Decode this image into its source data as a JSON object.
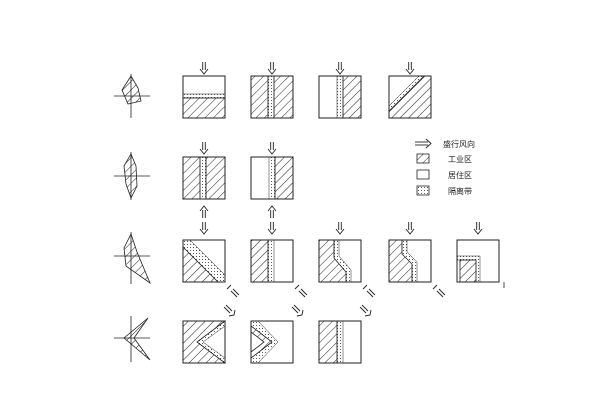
{
  "legend": {
    "items": [
      {
        "key": "wind",
        "label": "盛行风向"
      },
      {
        "key": "industrial",
        "label": "工业区"
      },
      {
        "key": "residential",
        "label": "居住区"
      },
      {
        "key": "buffer",
        "label": "隔离带"
      }
    ]
  },
  "icons": {
    "wind": "double-arrow-icon",
    "wind_rose": "wind-rose-icon"
  },
  "colors": {
    "ink": "#222222",
    "paper": "#ffffff"
  },
  "rows": [
    {
      "wind_rose": "row-1",
      "panels": [
        {
          "layout": "industrial-bottom-strip",
          "wind_from": "top"
        },
        {
          "layout": "industrial-vertical-left-right",
          "wind_from": "top"
        },
        {
          "layout": "residential-left-industrial-right",
          "wind_from": "top"
        },
        {
          "layout": "diagonal-industrial-lower-right",
          "wind_from": "top"
        }
      ]
    },
    {
      "wind_rose": "row-2",
      "panels": [
        {
          "layout": "industrial-left-industrial-right",
          "wind_from": "top-and-bottom"
        },
        {
          "layout": "residential-left-industrial-right",
          "wind_from": "top-and-bottom"
        }
      ]
    },
    {
      "wind_rose": "row-3",
      "panels": [
        {
          "layout": "diagonal-industrial-lower-left",
          "wind_from": "top-and-corner"
        },
        {
          "layout": "industrial-left-residential-right",
          "wind_from": "top-and-corner"
        },
        {
          "layout": "bent-industrial-left",
          "wind_from": "top-and-corner"
        },
        {
          "layout": "stepped-industrial-left",
          "wind_from": "top-and-corner"
        },
        {
          "layout": "industrial-lower-left-block",
          "wind_from": "top-and-corner"
        }
      ]
    },
    {
      "wind_rose": "row-4",
      "panels": [
        {
          "layout": "chevron-industrial",
          "wind_from": "corner"
        },
        {
          "layout": "chevron-band",
          "wind_from": "corner"
        },
        {
          "layout": "industrial-left-residential-right",
          "wind_from": "corner"
        }
      ]
    }
  ]
}
